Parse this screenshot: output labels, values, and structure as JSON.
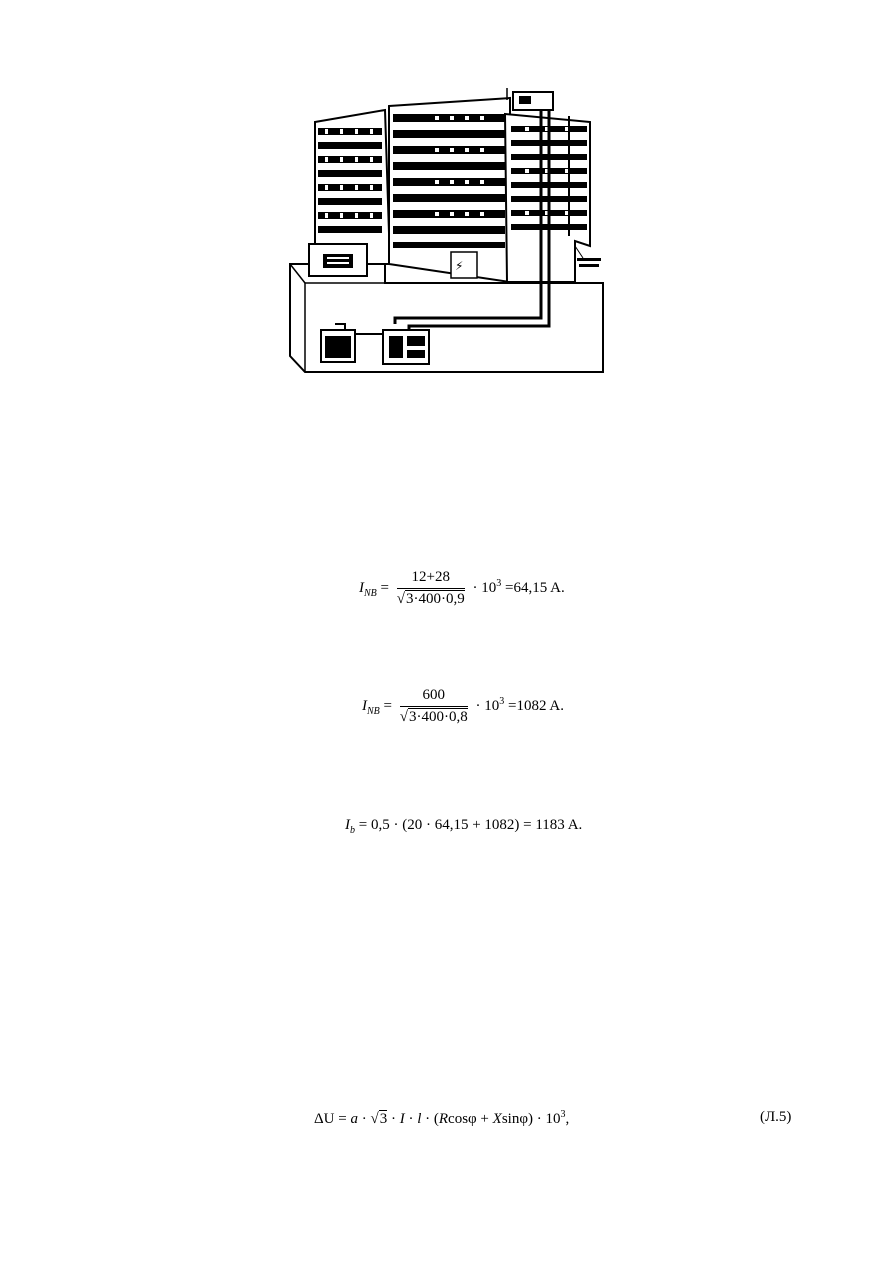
{
  "figure": {
    "note_label": "",
    "icon": "building-electrical-distribution-illustration"
  },
  "eq1": {
    "lhs_sym": "I",
    "lhs_sub": "NB",
    "numerator": "12+28",
    "denominator_rest": "3·400·0,9",
    "factor": "· 10",
    "exp": "3",
    "result": "=64,15 A."
  },
  "eq2": {
    "lhs_sym": "I",
    "lhs_sub": "NB",
    "numerator": "600",
    "denominator_rest": "3·400·0,8",
    "factor": "· 10",
    "exp": "3",
    "result": "=1082 A."
  },
  "eq3": {
    "lhs_sym": "I",
    "lhs_sub": "b",
    "rhs": "= 0,5 · (20 · 64,15 + 1082) = 1183 A."
  },
  "eq4": {
    "lhs": "ΔU = ",
    "a": "a",
    "mid1": " · ",
    "sqrt3": "3",
    "mid2": " · ",
    "I": "I",
    "mid3": " · ",
    "l": "l",
    "paren": " · (",
    "R": "R",
    "cos": "cosφ + ",
    "X": "X",
    "sin": "sinφ) · 10",
    "exp": "3",
    "tail": ",",
    "number": "(Л.5)"
  }
}
